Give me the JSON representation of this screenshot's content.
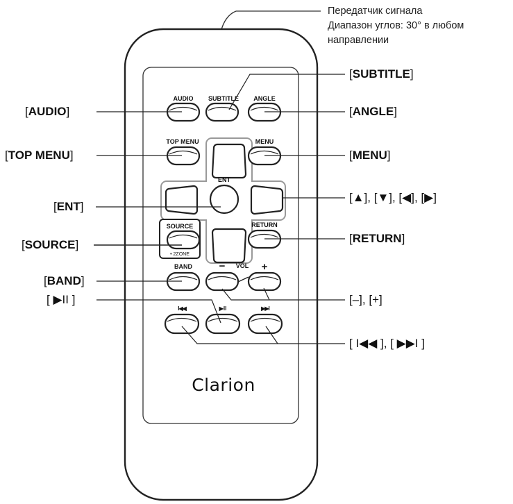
{
  "annotation": {
    "line1": "Передатчик сигнала",
    "line2": "Диапазон углов: 30° в любом",
    "line3": "направлении"
  },
  "remote": {
    "button_labels": {
      "audio": "AUDIO",
      "subtitle": "SUBTITLE",
      "angle": "ANGLE",
      "top_menu": "TOP MENU",
      "menu": "MENU",
      "ent": "ENT",
      "source": "SOURCE",
      "zone": "• 2ZONE",
      "return": "RETURN",
      "band": "BAND",
      "vol_minus": "−",
      "vol": "VOL",
      "vol_plus": "+",
      "prev": "I◀◀",
      "play_pause": "▶II",
      "next": "▶▶I"
    },
    "brand": "Clarion"
  },
  "callouts": {
    "audio": {
      "pre": "[",
      "bold": "AUDIO",
      "post": "]"
    },
    "top_menu": {
      "pre": "[",
      "bold": "TOP MENU",
      "post": "]"
    },
    "ent": {
      "pre": "[",
      "bold": "ENT",
      "post": "]"
    },
    "source": {
      "pre": "[",
      "bold": "SOURCE",
      "post": "]"
    },
    "band": {
      "pre": "[",
      "bold": "BAND",
      "post": "]"
    },
    "play_pause": {
      "text": "[ ▶II ]"
    },
    "subtitle": {
      "pre": "[",
      "bold": "SUBTITLE",
      "post": "]"
    },
    "angle": {
      "pre": "[",
      "bold": "ANGLE",
      "post": "]"
    },
    "menu": {
      "pre": "[",
      "bold": "MENU",
      "post": "]"
    },
    "arrows": {
      "text": "[▲], [▼], [◀], [▶]"
    },
    "return": {
      "pre": "[",
      "bold": "RETURN",
      "post": "]"
    },
    "vol": {
      "text": "[–], [+]"
    },
    "skip": {
      "text": "[ I◀◀ ], [ ▶▶I ]"
    }
  }
}
